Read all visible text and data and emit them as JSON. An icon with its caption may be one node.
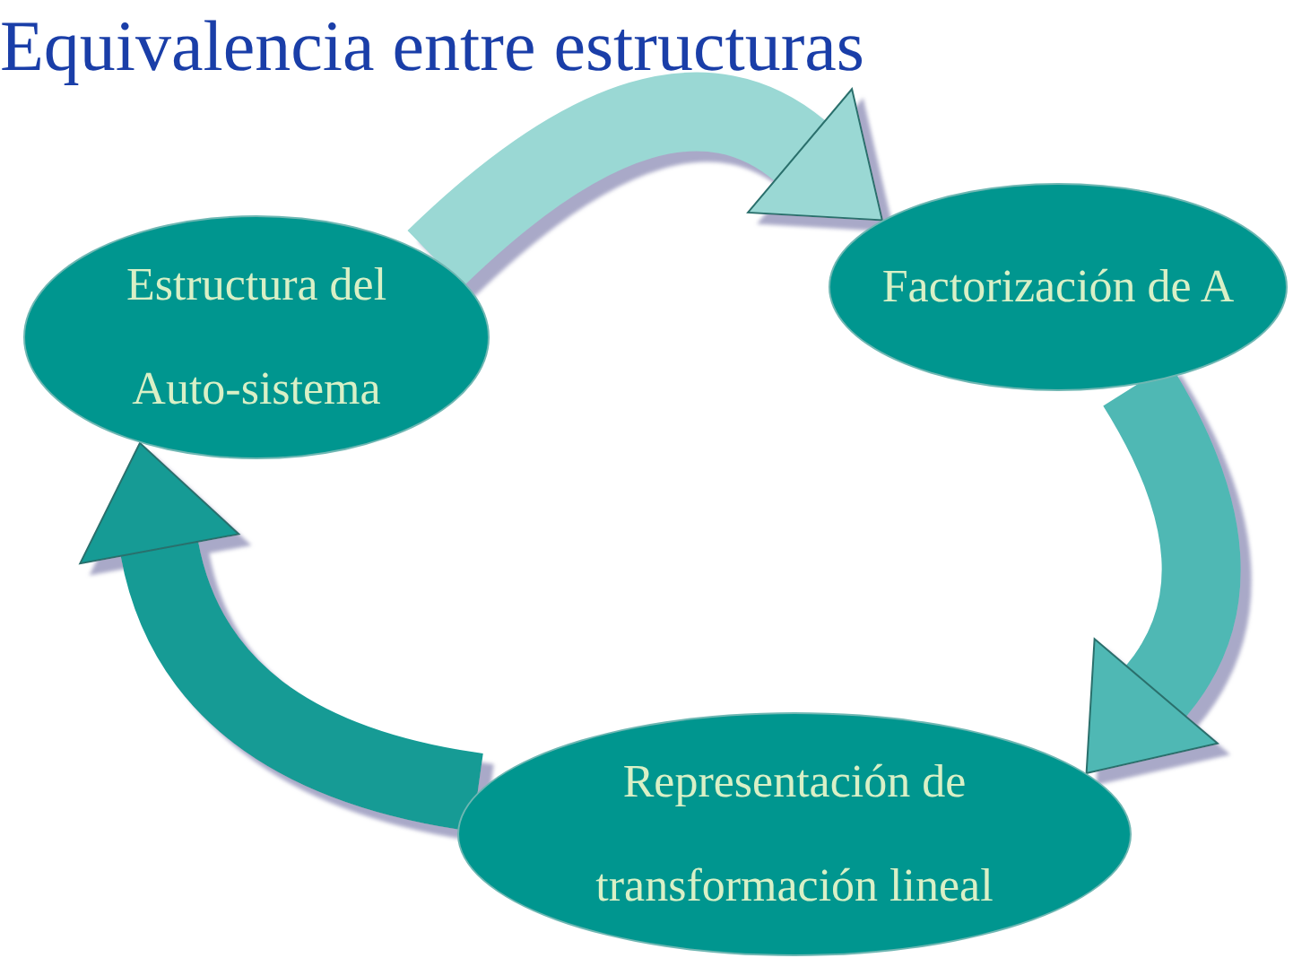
{
  "diagram": {
    "title": "Equivalencia entre estructuras",
    "nodes": [
      {
        "text": [
          "Estructura del Auto-sistema"
        ]
      },
      {
        "text": [
          "Factorización de A"
        ]
      },
      {
        "text": [
          "Representación de transformación lineal"
        ]
      }
    ],
    "edges": [
      {
        "from": 0,
        "to": 1,
        "arrow": "to",
        "color": "#9ad8d4"
      },
      {
        "from": 1,
        "to": 2,
        "arrow": "to",
        "color": "#4fb8b4"
      },
      {
        "from": 2,
        "to": 0,
        "arrow": "to",
        "color": "#139b95"
      }
    ]
  }
}
